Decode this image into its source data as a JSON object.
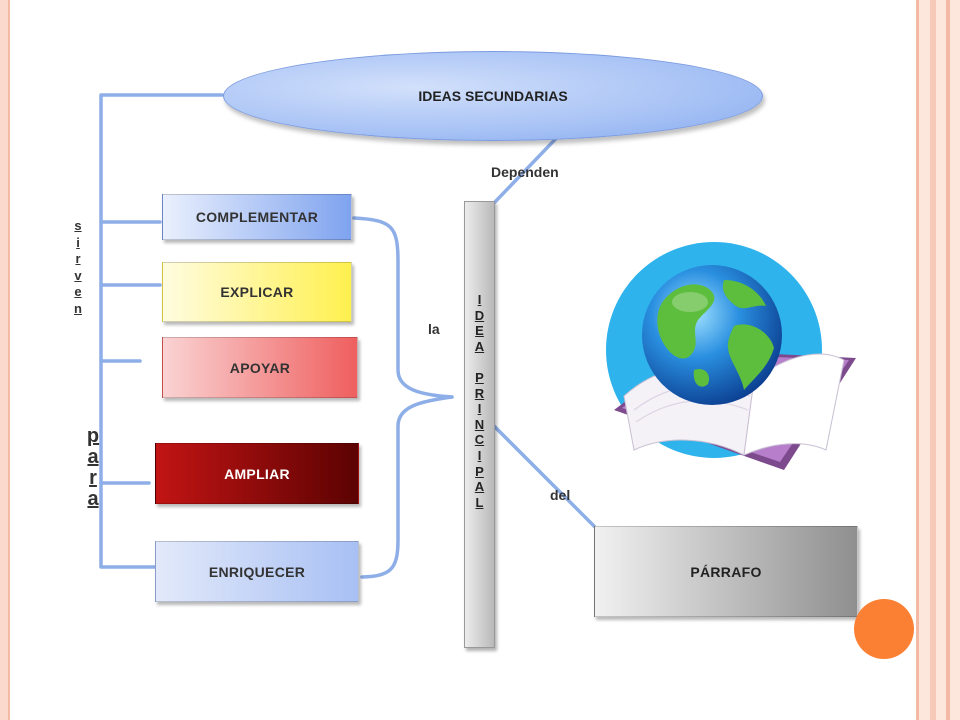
{
  "diagram": {
    "top_ellipse": "IDEAS SECUNDARIAS",
    "central_bar": [
      "I",
      "D",
      "E",
      "A",
      "",
      "P",
      "R",
      "I",
      "N",
      "C",
      "I",
      "P",
      "A",
      "L"
    ],
    "boxes": {
      "complementar": "COMPLEMENTAR",
      "explicar": "EXPLICAR",
      "apoyar": "APOYAR",
      "ampliar": "AMPLIAR",
      "enriquecer": "ENRIQUECER",
      "parrafo": "PÁRRAFO"
    },
    "labels": {
      "dependen": "Dependen",
      "la": "la",
      "del": "del",
      "sirven": [
        "s",
        "i",
        "r",
        "v",
        "e",
        "n"
      ],
      "para": [
        "p",
        "a",
        "r",
        "a"
      ]
    },
    "colors": {
      "connector": "#8eaee8",
      "ampliar_box": "#a80b0b",
      "complementar_box": "#7fa3ef",
      "explicar_box": "#fff04f",
      "apoyar_box": "#ef5f5f",
      "orange_accent": "#fb8034",
      "globe_circle": "#2eb3ec"
    },
    "icon": "globe-on-book-icon"
  }
}
